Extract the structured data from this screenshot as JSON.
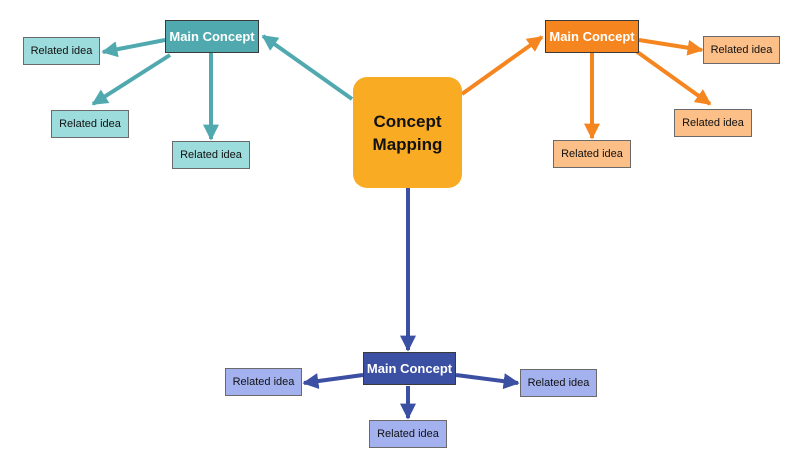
{
  "center": {
    "label": "Concept Mapping"
  },
  "branches": {
    "teal": {
      "color": "#4fa9ae",
      "main": "Main Concept",
      "related": [
        "Related idea",
        "Related idea",
        "Related idea"
      ]
    },
    "orange": {
      "color": "#f5861f",
      "main": "Main Concept",
      "related": [
        "Related idea",
        "Related idea",
        "Related idea"
      ]
    },
    "blue": {
      "color": "#3b4fa3",
      "main": "Main Concept",
      "related": [
        "Related idea",
        "Related idea",
        "Related idea"
      ]
    }
  },
  "center_color": "#f9ab24"
}
